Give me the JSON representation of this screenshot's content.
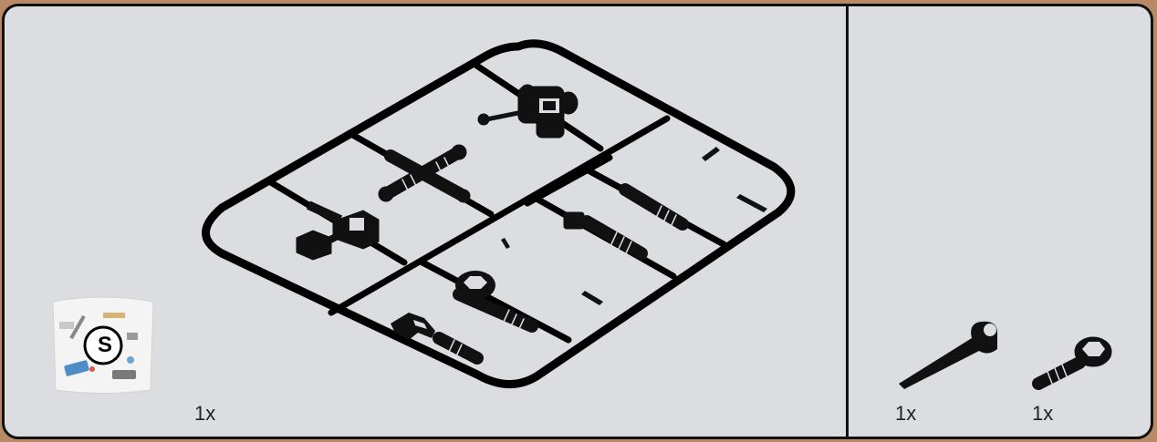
{
  "left_section": {
    "bag": {
      "letter": "S"
    },
    "sprue_qty": "1x"
  },
  "right_section": {
    "wrench_qty": "1x",
    "socket_qty": "1x"
  }
}
